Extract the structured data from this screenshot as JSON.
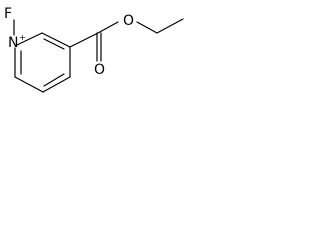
{
  "molecule": {
    "atoms": {
      "fluorine": "F",
      "ring_nitrogen": "N",
      "ring_nitrogen_charge": "+",
      "carbonyl_oxygen": "O",
      "ester_oxygen": "O"
    }
  },
  "colors": {
    "bond": "#000000",
    "label": "#000000",
    "background": "#ffffff"
  }
}
